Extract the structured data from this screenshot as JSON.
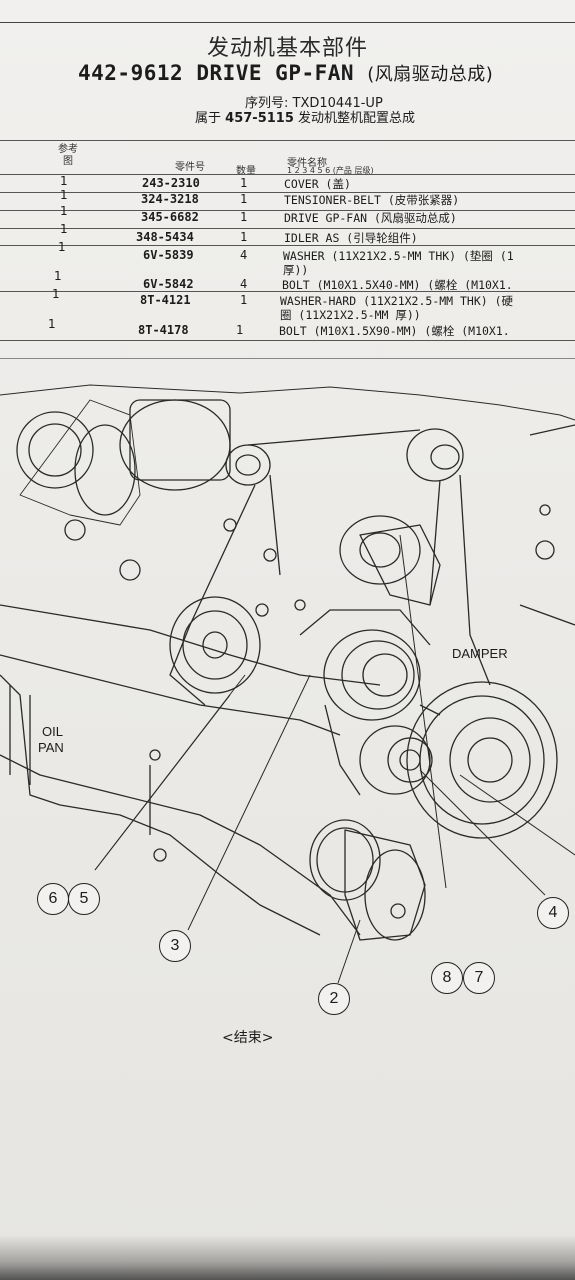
{
  "header": {
    "category_cn": "发动机基本部件",
    "group_number": "442-9612",
    "group_name": "DRIVE GP-FAN",
    "group_name_cn": "(风扇驱动总成)",
    "serial_label": "序列号:",
    "serial_value": "TXD10441-UP",
    "belongs_label": "属于",
    "belongs_part": "457-5115",
    "belongs_desc": "发动机整机配置总成"
  },
  "table": {
    "headers": {
      "ref": "参考",
      "ref2": "图",
      "part_no": "零件号",
      "qty": "数量",
      "name": "零件名称",
      "name_levels": "1 2 3 4 5 6 (产品 层级)"
    },
    "rows": [
      {
        "ref": "1",
        "part": "243-2310",
        "qty": "1",
        "name": "COVER (盖)",
        "name2": ""
      },
      {
        "ref": "1",
        "part": "324-3218",
        "qty": "1",
        "name": "TENSIONER-BELT (皮带张紧器)",
        "name2": ""
      },
      {
        "ref": "1",
        "part": "345-6682",
        "qty": "1",
        "name": "DRIVE GP-FAN (风扇驱动总成)",
        "name2": ""
      },
      {
        "ref": "1",
        "part": "348-5434",
        "qty": "1",
        "name": "IDLER AS (引导轮组件)",
        "name2": ""
      },
      {
        "ref": "1",
        "part": "6V-5839",
        "qty": "4",
        "name": "WASHER (11X21X2.5-MM THK) (垫圈 (1",
        "name2": "厚))"
      },
      {
        "ref": "1",
        "part": "6V-5842",
        "qty": "4",
        "name": "BOLT (M10X1.5X40-MM) (螺栓 (M10X1.",
        "name2": ""
      },
      {
        "ref": "1",
        "part": "8T-4121",
        "qty": "1",
        "name": "WASHER-HARD (11X21X2.5-MM THK) (硬",
        "name2": "圈 (11X21X2.5-MM 厚))"
      },
      {
        "ref": "1",
        "part": "8T-4178",
        "qty": "1",
        "name": "BOLT (M10X1.5X90-MM) (螺栓 (M10X1.",
        "name2": ""
      }
    ]
  },
  "diagram": {
    "labels": {
      "damper": "DAMPER",
      "oil": "OIL",
      "pan": "PAN"
    },
    "callouts": [
      "6",
      "5",
      "3",
      "2",
      "8",
      "7",
      "4"
    ]
  },
  "footer": {
    "end": "<结束>"
  }
}
